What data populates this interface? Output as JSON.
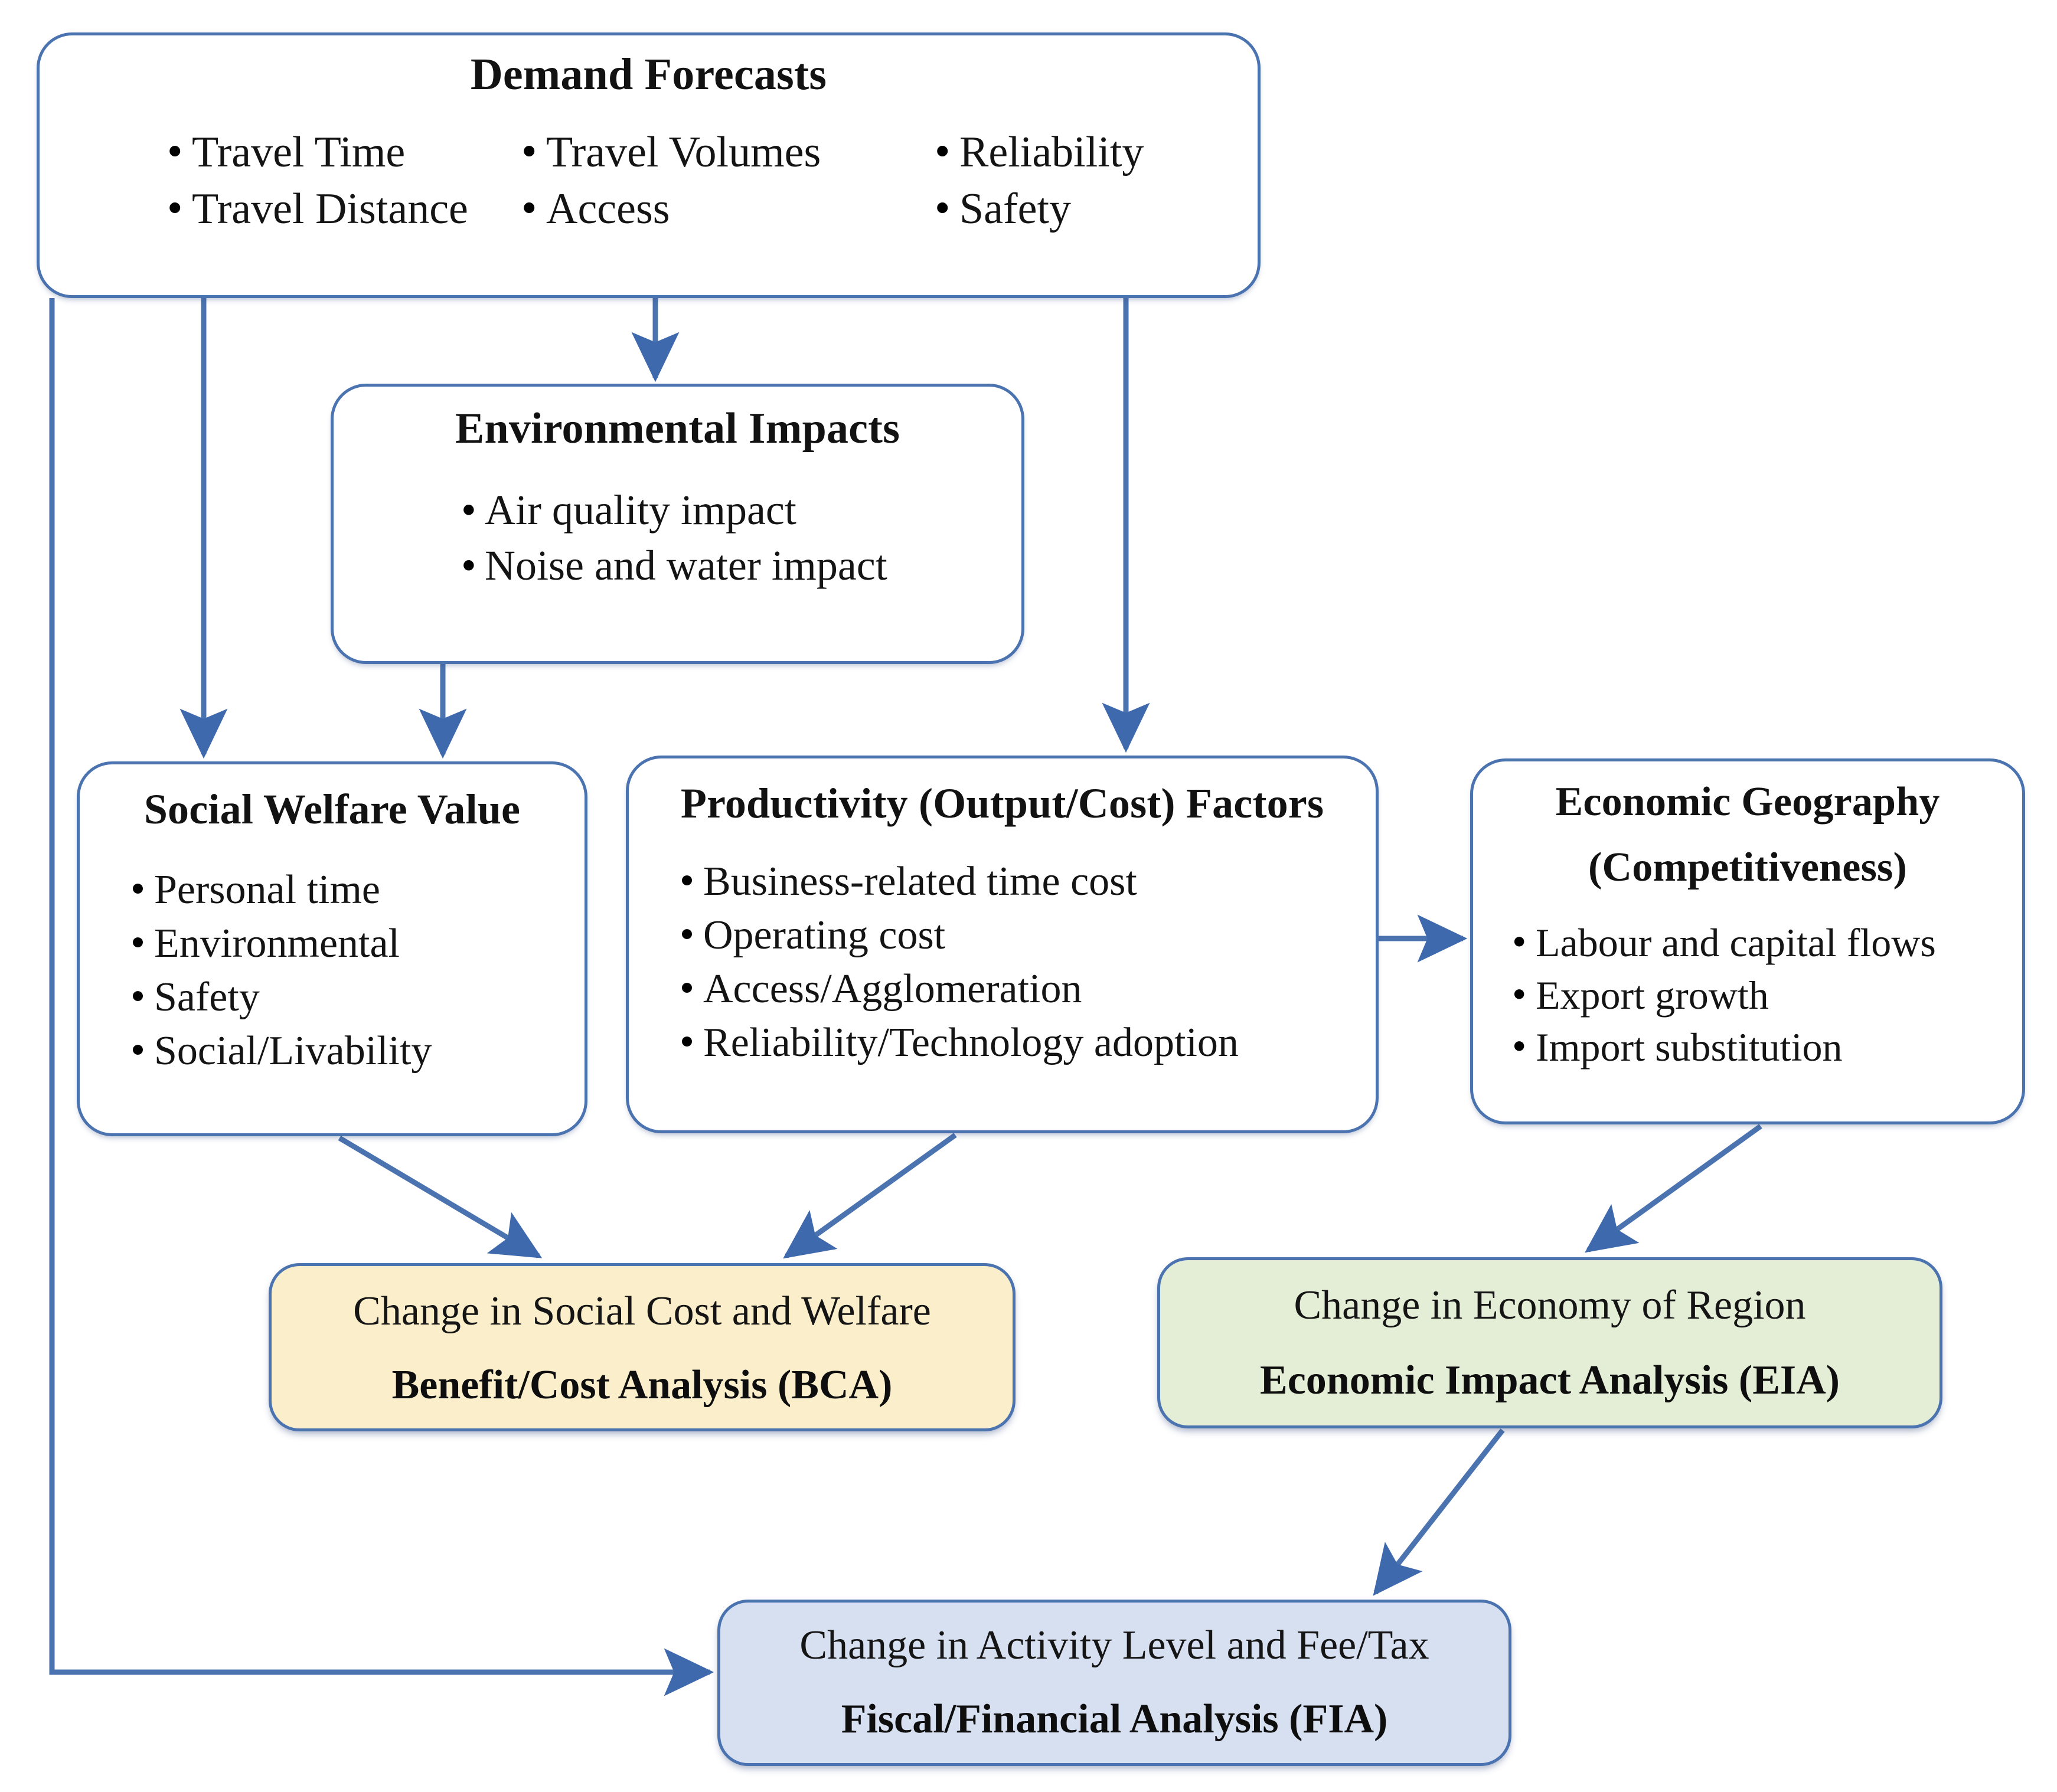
{
  "theme": {
    "edge_color": "#4a73b0",
    "node_border_color": "#4a73b0",
    "node_fill": "#ffffff",
    "bca_fill": "#fbeecb",
    "eia_fill": "#e4eed7",
    "fia_fill": "#d7e0f1",
    "text_color": "#121212"
  },
  "nodes": {
    "demand_forecasts": {
      "title": "Demand Forecasts",
      "columns": [
        {
          "items": [
            "Travel Time",
            "Travel Distance"
          ]
        },
        {
          "items": [
            "Travel Volumes",
            "Access"
          ]
        },
        {
          "items": [
            "Reliability",
            "Safety"
          ]
        }
      ]
    },
    "environmental_impacts": {
      "title": "Environmental Impacts",
      "items": [
        "Air quality impact",
        "Noise and water impact"
      ]
    },
    "social_welfare_value": {
      "title": "Social Welfare Value",
      "items": [
        "Personal time",
        "Environmental",
        "Safety",
        "Social/Livability"
      ]
    },
    "productivity_factors": {
      "title": "Productivity (Output/Cost) Factors",
      "items": [
        "Business-related time cost",
        "Operating cost",
        "Access/Agglomeration",
        "Reliability/Technology adoption"
      ]
    },
    "economic_geography": {
      "title_line1": "Economic Geography",
      "title_line2": "(Competitiveness)",
      "items": [
        "Labour and capital flows",
        "Export growth",
        "Import substitution"
      ]
    },
    "bca": {
      "line1": "Change in Social Cost and Welfare",
      "line2": "Benefit/Cost Analysis (BCA)"
    },
    "eia": {
      "line1": "Change in Economy of Region",
      "line2": "Economic Impact Analysis (EIA)"
    },
    "fia": {
      "line1": "Change in Activity Level and Fee/Tax",
      "line2": "Fiscal/Financial Analysis (FIA)"
    }
  },
  "edges": [
    {
      "from": "demand_forecasts",
      "to": "environmental_impacts",
      "style": "straight-down"
    },
    {
      "from": "demand_forecasts",
      "to": "social_welfare_value",
      "style": "elbow-down"
    },
    {
      "from": "demand_forecasts",
      "to": "productivity_factors",
      "style": "straight-down"
    },
    {
      "from": "demand_forecasts",
      "to": "fia",
      "style": "left-rail-elbow"
    },
    {
      "from": "environmental_impacts",
      "to": "social_welfare_value",
      "style": "straight-down"
    },
    {
      "from": "productivity_factors",
      "to": "economic_geography",
      "style": "straight-right"
    },
    {
      "from": "social_welfare_value",
      "to": "bca",
      "style": "diagonal"
    },
    {
      "from": "productivity_factors",
      "to": "bca",
      "style": "diagonal"
    },
    {
      "from": "economic_geography",
      "to": "eia",
      "style": "diagonal"
    },
    {
      "from": "eia",
      "to": "fia",
      "style": "diagonal"
    }
  ]
}
